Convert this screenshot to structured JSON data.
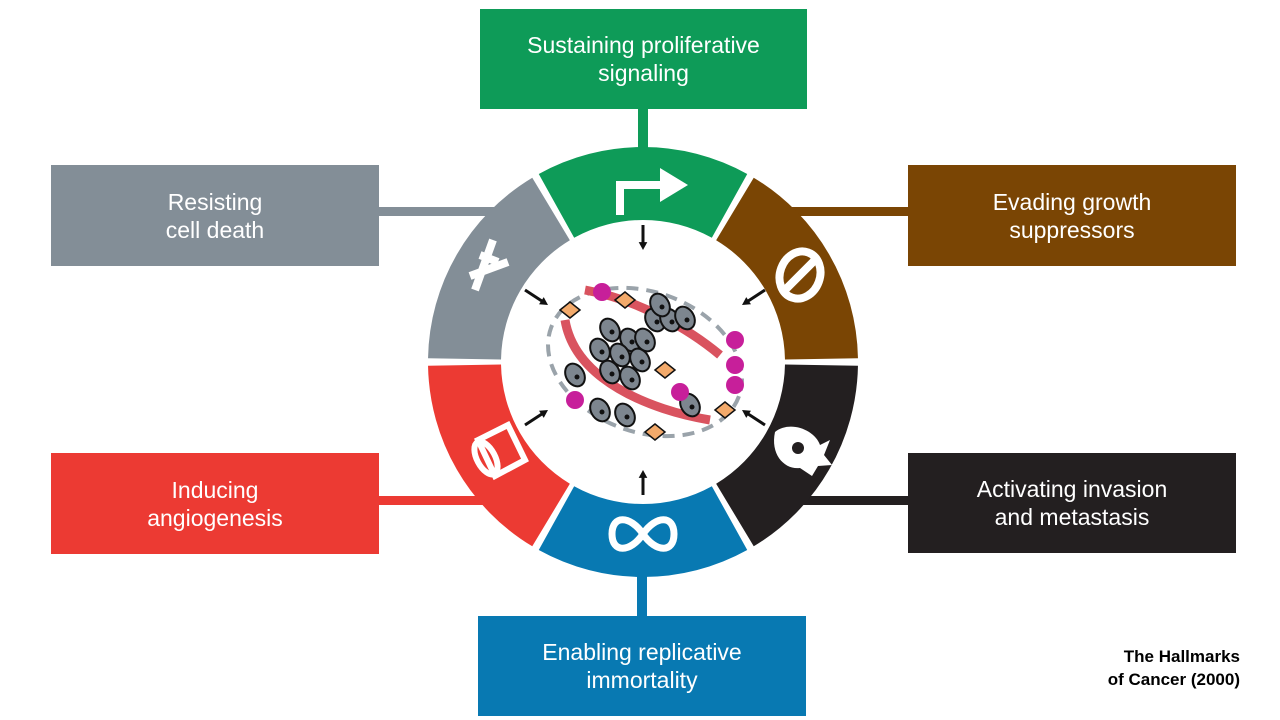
{
  "title": "The Hallmarks of Cancer (2000)",
  "caption": "The Hallmarks\nof Cancer (2000)",
  "hallmarks": [
    {
      "id": "proliferative",
      "label": "Sustaining proliferative\nsignaling",
      "color": "#0e9b58",
      "icon": "bent-arrow-icon"
    },
    {
      "id": "growth-suppressors",
      "label": "Evading growth\nsuppressors",
      "color": "#7a4504",
      "icon": "prohibition-icon"
    },
    {
      "id": "invasion",
      "label": "Activating invasion\nand metastasis",
      "color": "#231f20",
      "icon": "invasive-cell-icon"
    },
    {
      "id": "immortality",
      "label": "Enabling replicative\nimmortality",
      "color": "#0879b2",
      "icon": "infinity-icon"
    },
    {
      "id": "angiogenesis",
      "label": "Inducing\nangiogenesis",
      "color": "#ec3a33",
      "icon": "blood-vessel-icon"
    },
    {
      "id": "cell-death",
      "label": "Resisting\ncell death",
      "color": "#838e97",
      "icon": "cross-icon"
    }
  ],
  "center": {
    "label": "tumor-microenvironment-illustration"
  }
}
